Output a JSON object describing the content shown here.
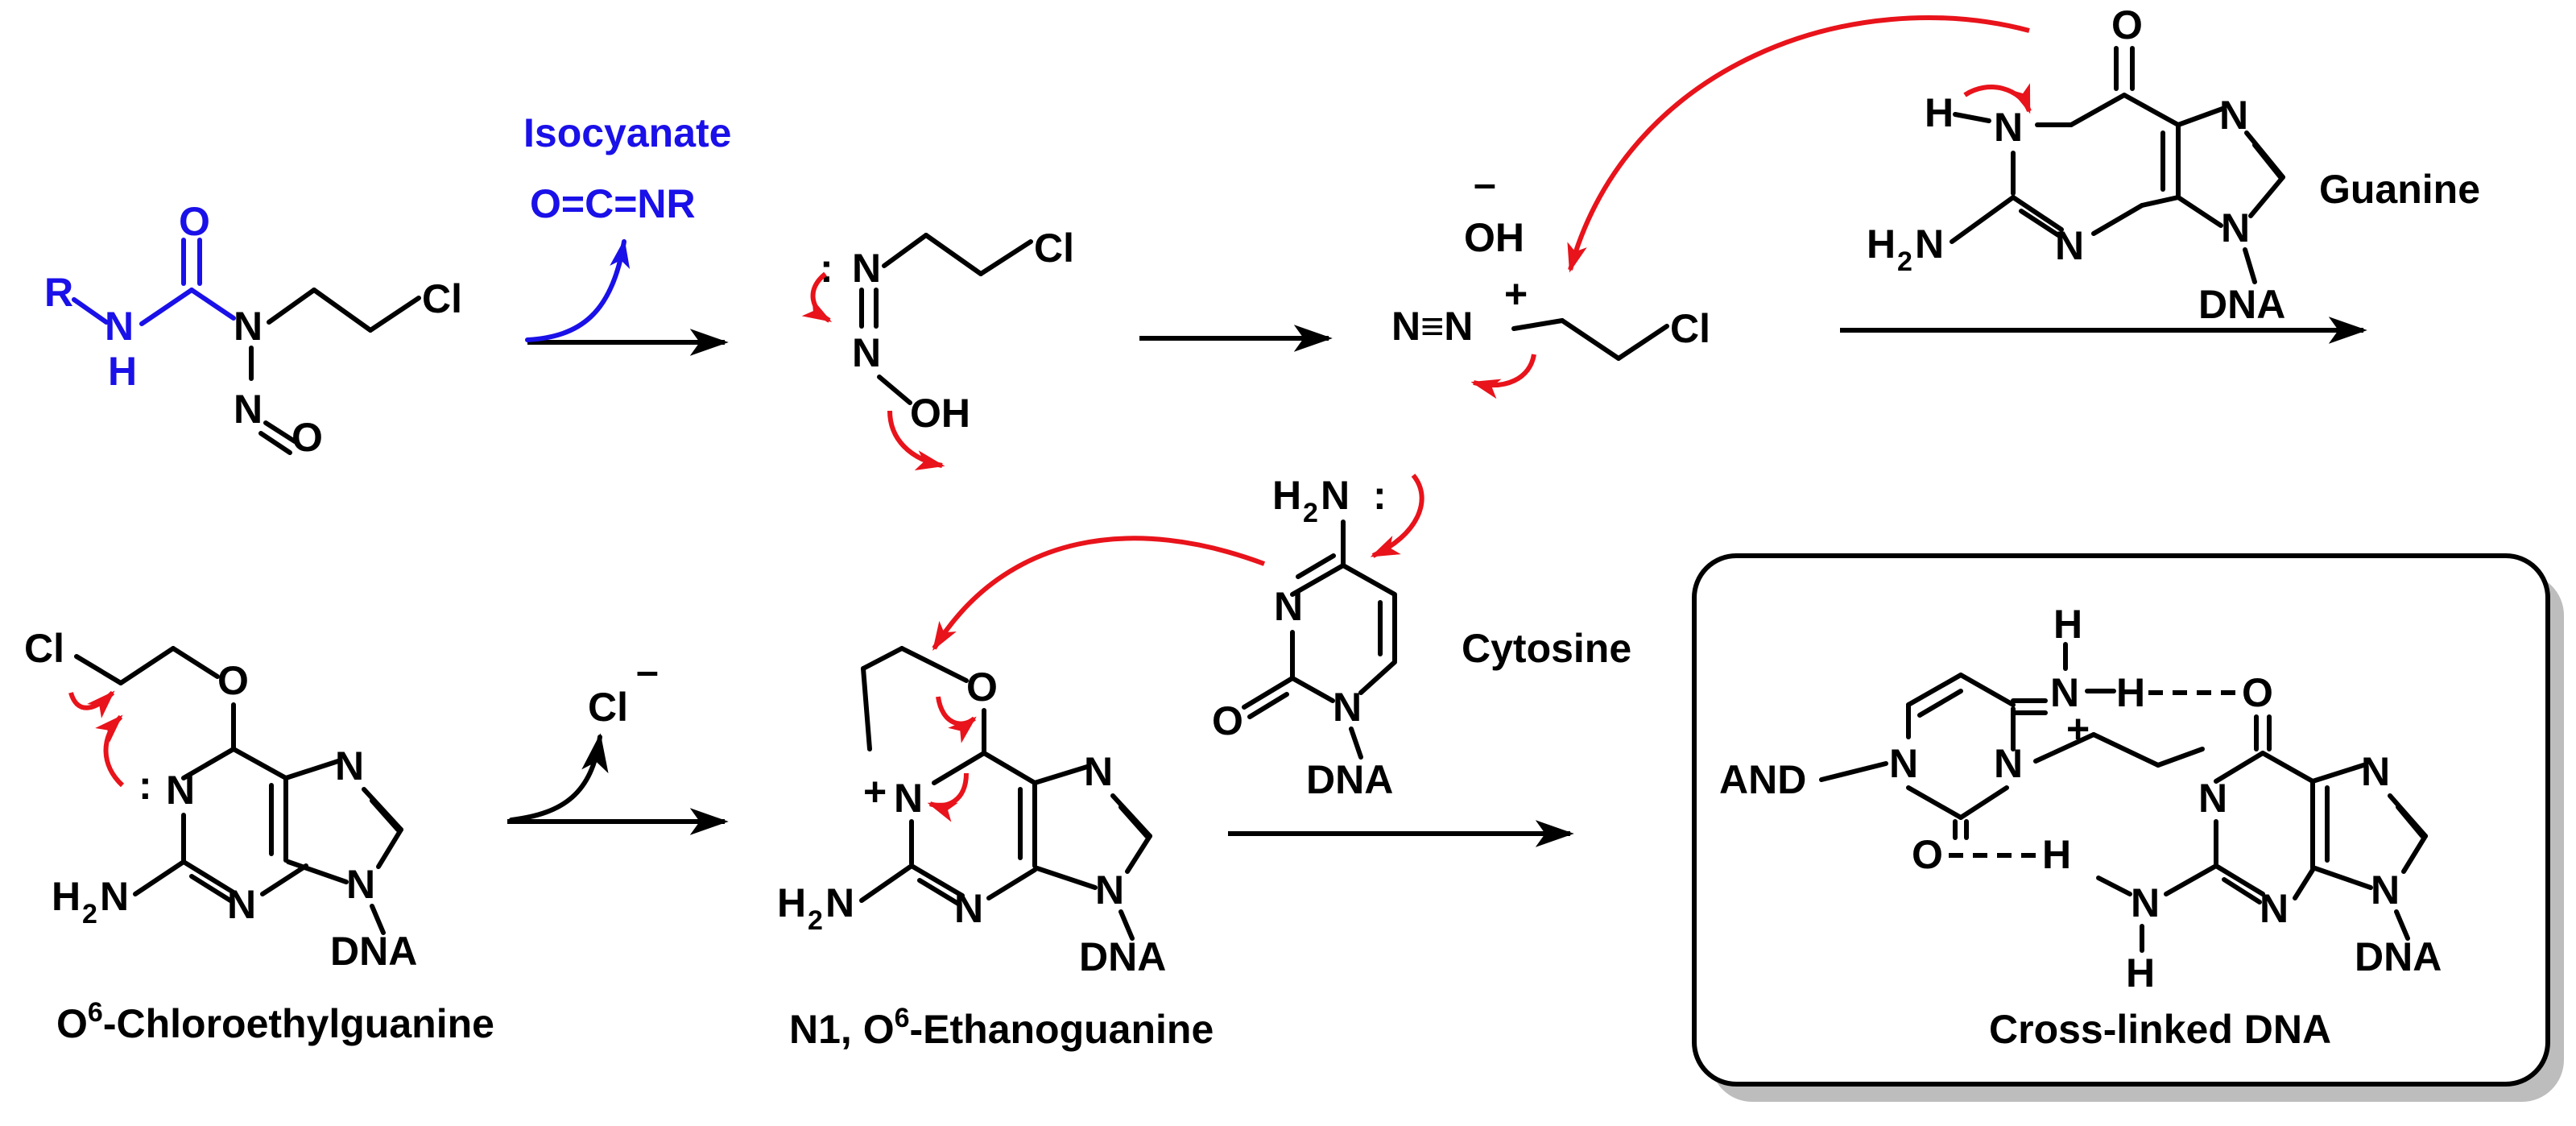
{
  "reagents": {
    "isocyanate_name": "Isocyanate",
    "isocyanate_formula": "O=C=NR"
  },
  "labels": {
    "guanine": "Guanine",
    "cytosine": "Cytosine",
    "chloroethylguanine_prefix": "O",
    "chloroethylguanine_sup": "6",
    "chloroethylguanine_suffix": "-Chloroethylguanine",
    "ethanoguanine_prefix": "N1, O",
    "ethanoguanine_sup": "6",
    "ethanoguanine_suffix": "-Ethanoguanine",
    "crosslinked": "Cross-linked DNA"
  },
  "atoms": {
    "R": "R",
    "N": "N",
    "H": "H",
    "O": "O",
    "Cl": "Cl",
    "OH": "OH",
    "NH2_H": "H",
    "NH2_sub": "2",
    "NH2_N": "N",
    "DNA": "DNA",
    "AND": "AND",
    "minus": "–",
    "plus": "+",
    "lone_pair": ":",
    "triple_bond_N": "N≡N"
  },
  "colors": {
    "reagent": "#1a10e8",
    "electron_arrow": "#e8131b",
    "structure": "#000000",
    "box_shadow": "#bdbdbd"
  }
}
